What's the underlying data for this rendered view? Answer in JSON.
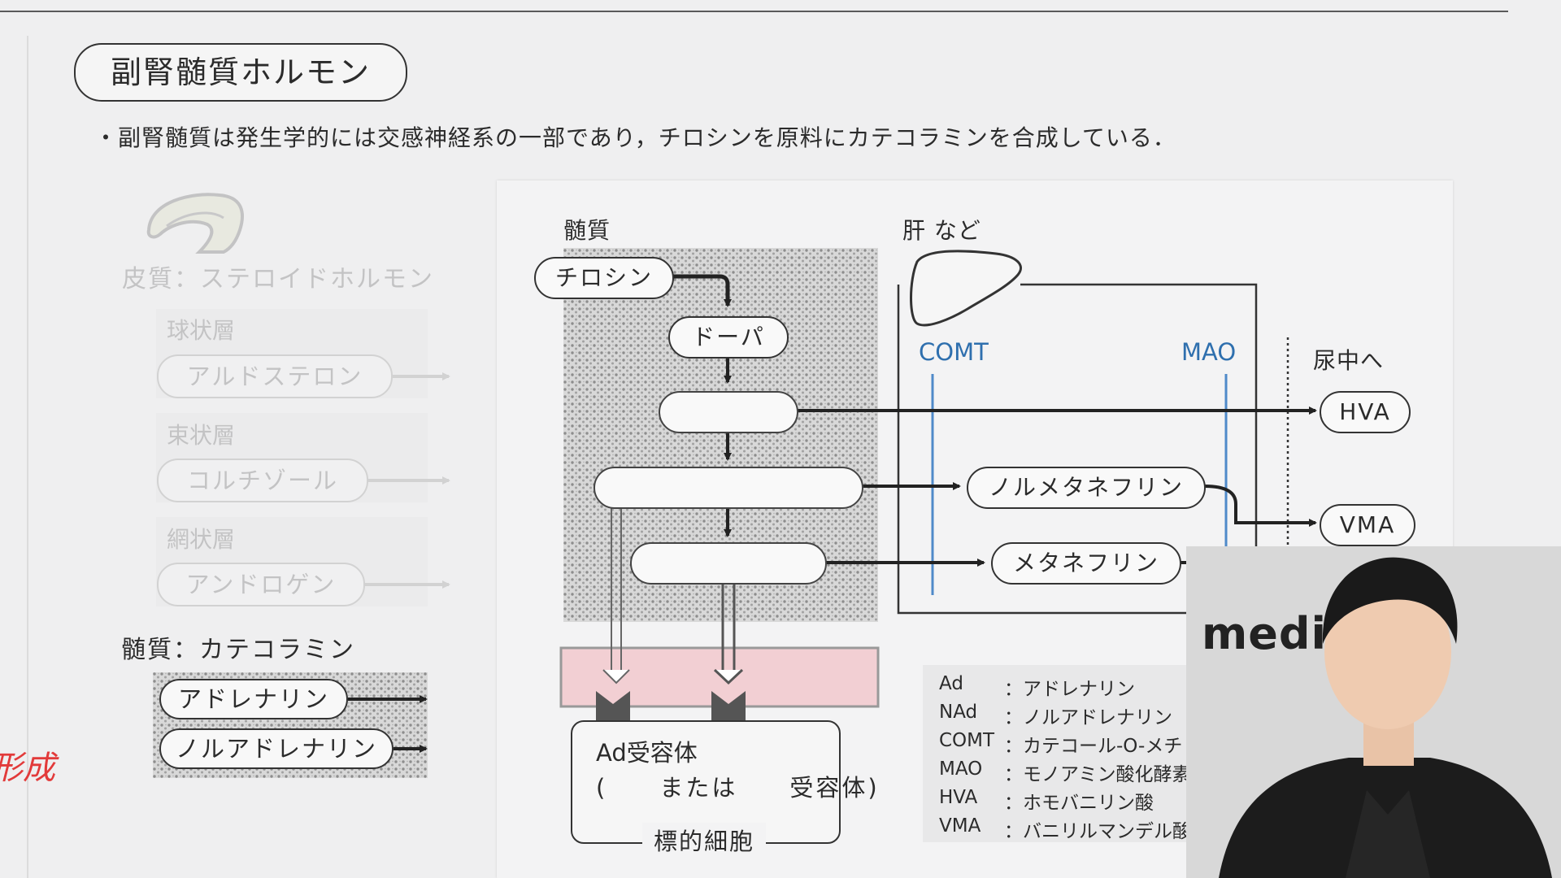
{
  "title": "副腎髄質ホルモン",
  "bullet": "・副腎髄質は発生学的には交感神経系の一部であり，チロシンを原料にカテコラミンを合成している．",
  "cortex": {
    "title": "皮質：ステロイドホルモン",
    "zones": [
      {
        "name": "球状層",
        "hormone": "アルドステロン"
      },
      {
        "name": "束状層",
        "hormone": "コルチゾール"
      },
      {
        "name": "網状層",
        "hormone": "アンドロゲン"
      }
    ]
  },
  "medulla": {
    "title": "髄質：カテコラミン",
    "hormones": [
      "アドレナリン",
      "ノルアドレナリン"
    ]
  },
  "annotation": "形成",
  "diagram": {
    "medulla_label": "髄質",
    "liver_label": "肝 など",
    "urine_label": "尿中へ",
    "nodes": {
      "tyrosine": "チロシン",
      "dopa": "ドーパ",
      "normetanephrine": "ノルメタネフリン",
      "metanephrine": "メタネフリン",
      "hva": "HVA",
      "vma": "VMA"
    },
    "enzymes": {
      "comt": "COMT",
      "mao": "MAO"
    },
    "receptor": {
      "line1": "Ad受容体",
      "line2": "(　　または　　受容体)",
      "target": "標的細胞"
    }
  },
  "legend": [
    {
      "abbr": "Ad",
      "desc": "：アドレナリン"
    },
    {
      "abbr": "NAd",
      "desc": "：ノルアドレナリン"
    },
    {
      "abbr": "COMT",
      "desc": "：カテコール-O-メチ"
    },
    {
      "abbr": "MAO",
      "desc": "：モノアミン酸化酵素"
    },
    {
      "abbr": "HVA",
      "desc": "：ホモバニリン酸"
    },
    {
      "abbr": "VMA",
      "desc": "：バニリルマンデル酸"
    }
  ],
  "webcam": {
    "brand": "medi"
  }
}
